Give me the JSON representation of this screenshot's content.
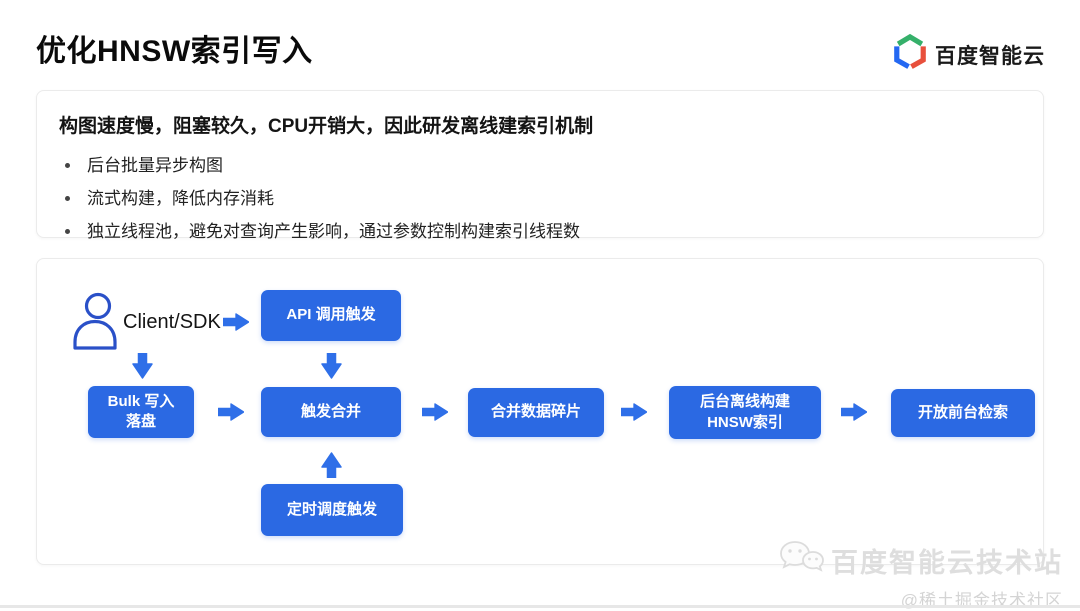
{
  "page": {
    "title": "优化HNSW索引写入",
    "brand": "百度智能云"
  },
  "summary": {
    "heading": "构图速度慢，阻塞较久，CPU开销大，因此研发离线建索引机制",
    "bullets": [
      "后台批量异步构图",
      "流式构建，降低内存消耗",
      "独立线程池，避免对查询产生影响，通过参数控制构建索引线程数"
    ]
  },
  "diagram": {
    "client_label": "Client/SDK",
    "nodes": {
      "api_trigger": "API 调用触发",
      "bulk_write": "Bulk 写入\n落盘",
      "merge_trigger": "触发合并",
      "merge_shards": "合并数据碎片",
      "offline_build": "后台离线构建\nHNSW索引",
      "open_search": "开放前台检索",
      "schedule_trigger": "定时调度触发"
    }
  },
  "watermark": {
    "line1": "百度智能云技术站",
    "line2": "@稀土掘金技术社区"
  },
  "colors": {
    "node_blue": "#2B69E3",
    "arrow_blue": "#2F6FE8",
    "person_stroke": "#2A50C8",
    "logo_green": "#35B06A",
    "logo_blue": "#2468F2",
    "logo_red": "#E8503C"
  }
}
